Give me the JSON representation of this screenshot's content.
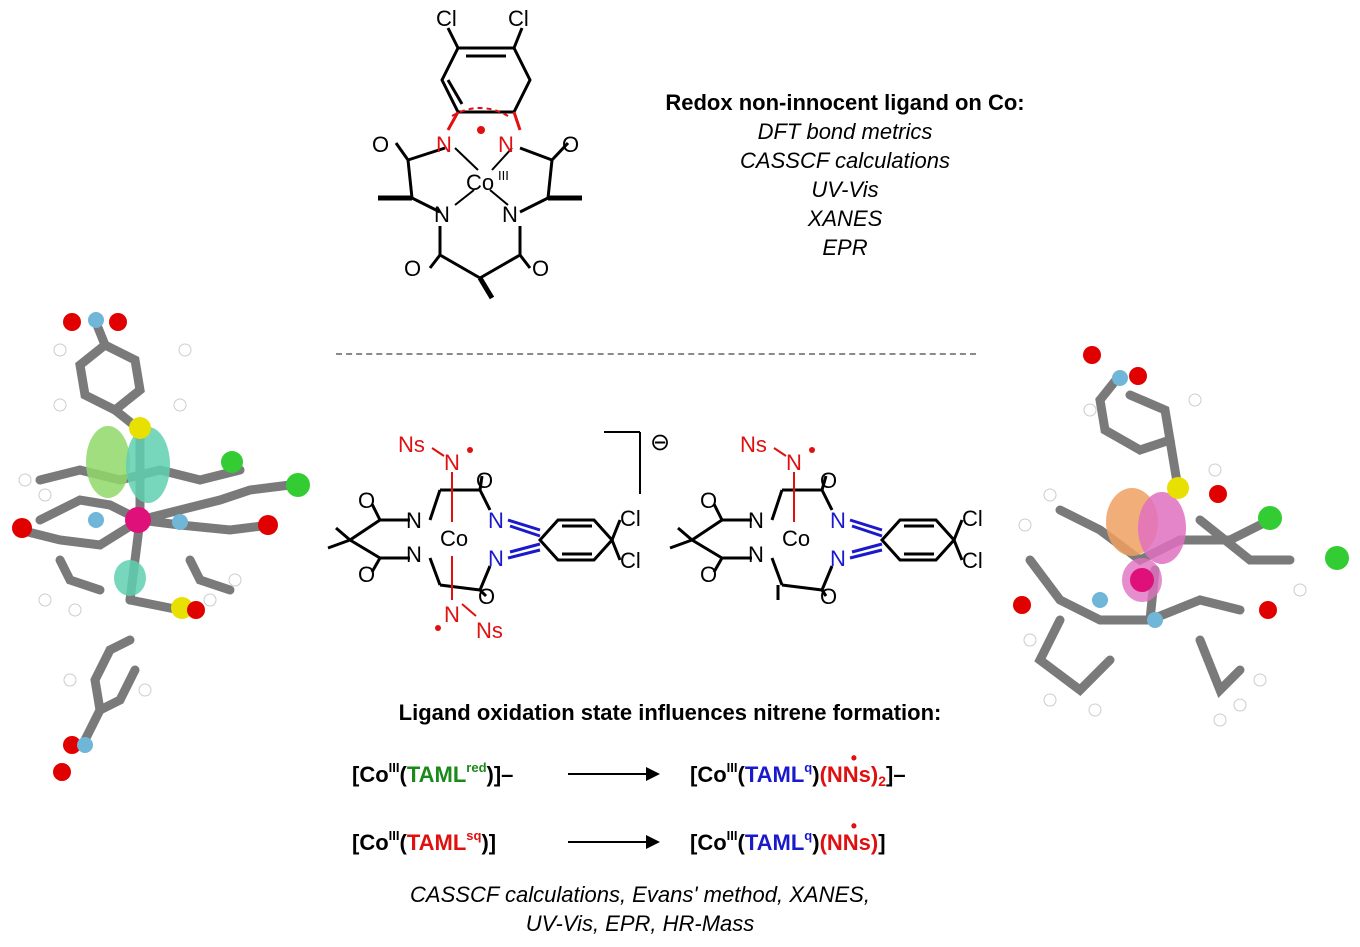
{
  "methods": {
    "heading": "Redox non-innocent ligand on Co:",
    "items": [
      "DFT bond metrics",
      "CASSCF calculations",
      "UV-Vis",
      "XANES",
      "EPR"
    ]
  },
  "structures": {
    "top": {
      "cl1": "Cl",
      "cl2": "Cl",
      "n": "N",
      "o": "O",
      "metal": "Co",
      "metal_ox": "III"
    },
    "bottom_left": {
      "ns": "Ns",
      "n": "N",
      "o": "O",
      "cl": "Cl",
      "metal": "Co",
      "charge": "⊖"
    },
    "bottom_right": {
      "ns": "Ns",
      "n": "N",
      "o": "O",
      "cl": "Cl",
      "metal": "Co"
    }
  },
  "conclusion": "Ligand oxidation state influences nitrene formation:",
  "reactions": [
    {
      "start": "[Co",
      "ox": "III",
      "ligand": "TAML",
      "ligand_sup": "red",
      "end": ")]–",
      "p_start": "[Co",
      "p_ox": "III",
      "p_ligand": "TAML",
      "p_sup": "q",
      "p_nitrene": "(N",
      "p_ns": "Ns)",
      "p_sub": "2",
      "p_end": "]–"
    },
    {
      "start": "[Co",
      "ox": "III",
      "ligand": "TAML",
      "ligand_sup": "sq",
      "end": ")]",
      "p_start": "[Co",
      "p_ox": "III",
      "p_ligand": "TAML",
      "p_sup": "q",
      "p_nitrene": "(N",
      "p_ns": "Ns)",
      "p_end": "]"
    }
  ],
  "footnote": [
    "CASSCF calculations, Evans' method, XANES,",
    "UV-Vis, EPR, HR-Mass"
  ],
  "colors": {
    "red": "#e01010",
    "blue": "#1a1acc",
    "green": "#1a8a1a",
    "carbon": "#7a7a7a",
    "oxygen": "#e00000",
    "nitrogen": "#6fb6d8",
    "sulfur": "#e8e000",
    "chlorine": "#33cc33",
    "cobalt": "#e0107a",
    "spin_green": "#8fd86a",
    "spin_teal": "#5fd0b0",
    "spin_orange": "#f0a060",
    "spin_pink": "#e070c0"
  }
}
